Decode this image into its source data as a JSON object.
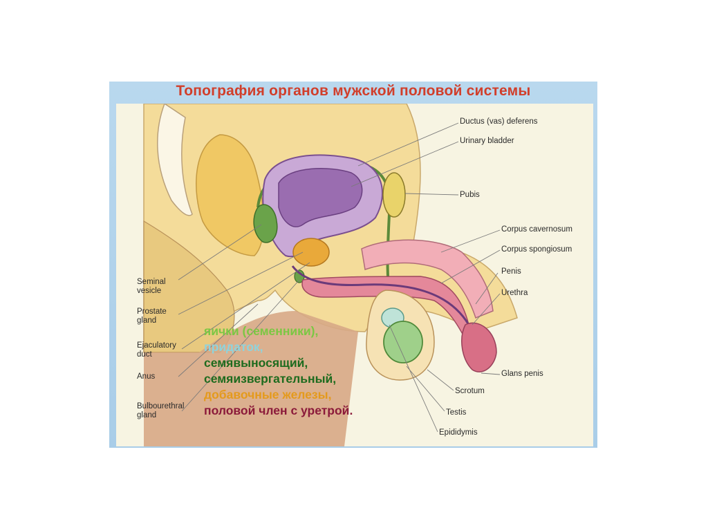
{
  "title": "Топография органов мужской половой системы",
  "labels": {
    "ductus_deferens": "Ductus (vas) deferens",
    "urinary_bladder": "Urinary bladder",
    "pubis": "Pubis",
    "corpus_cavernosum": "Corpus cavernosum",
    "corpus_spongiosum": "Corpus spongiosum",
    "penis": "Penis",
    "urethra": "Urethra",
    "glans_penis": "Glans penis",
    "scrotum": "Scrotum",
    "testis": "Testis",
    "epididymis": "Epididymis",
    "seminal_vesicle_1": "Seminal",
    "seminal_vesicle_2": "vesicle",
    "prostate_gland_1": "Prostate",
    "prostate_gland_2": "gland",
    "ejaculatory_duct_1": "Ejaculatory",
    "ejaculatory_duct_2": "duct",
    "anus": "Anus",
    "bulbourethral_gland_1": "Bulbourethral",
    "bulbourethral_gland_2": "gland"
  },
  "legend": [
    {
      "text": "яички (семенники),",
      "color": "#7bc743"
    },
    {
      "text": "придаток,",
      "color": "#8fd3dc"
    },
    {
      "text": "семявыносящий,",
      "color": "#1e6b1e"
    },
    {
      "text": "семяизвергательный,",
      "color": "#1e6b1e"
    },
    {
      "text": "добавочные железы,",
      "color": "#e49a1c"
    },
    {
      "text": "половой член с уретрой.",
      "color": "#8b1a3a"
    }
  ],
  "colors": {
    "title": "#d13e2a",
    "background": "#b9d8ee",
    "panel": "#f7f4e2",
    "tissue": "#f4dc9a",
    "bladder": "#b58fc4",
    "penis": "#e4889a",
    "testis": "#9fd08a"
  }
}
